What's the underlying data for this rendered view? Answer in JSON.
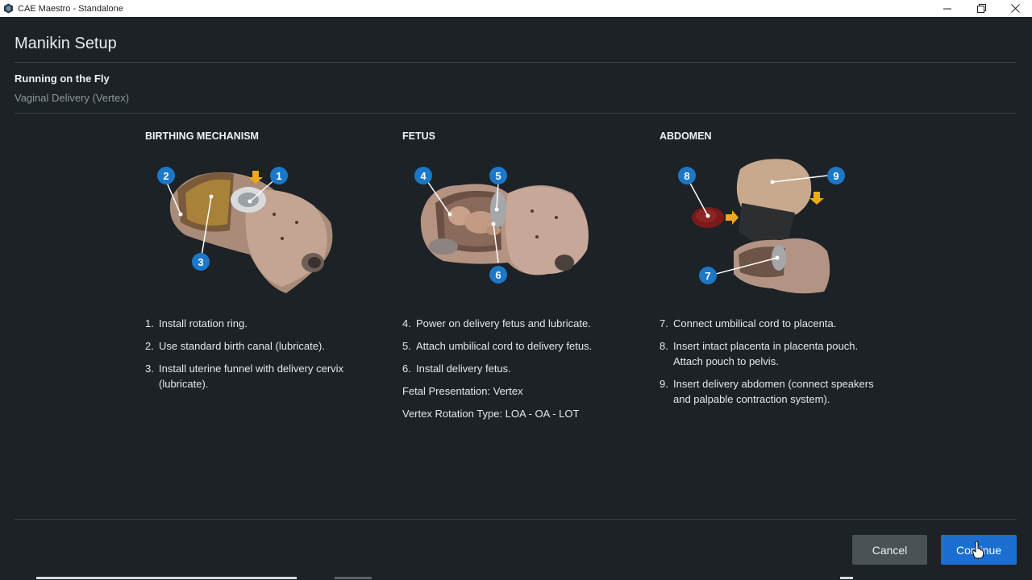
{
  "window": {
    "title": "CAE Maestro - Standalone",
    "controls": [
      "minimize-icon",
      "restore-icon",
      "close-icon"
    ]
  },
  "page": {
    "title": "Manikin Setup",
    "mode": "Running on the Fly",
    "scenario": "Vaginal Delivery (Vertex)"
  },
  "sections": [
    {
      "title": "BIRTHING MECHANISM",
      "callouts": [
        "1",
        "2",
        "3"
      ],
      "steps": [
        {
          "num": "1.",
          "text": "Install rotation ring."
        },
        {
          "num": "2.",
          "text": "Use standard birth canal (lubricate)."
        },
        {
          "num": "3.",
          "text": "Install uterine funnel with delivery cervix (lubricate)."
        }
      ]
    },
    {
      "title": "FETUS",
      "callouts": [
        "4",
        "5",
        "6"
      ],
      "steps": [
        {
          "num": "4.",
          "text": "Power on delivery fetus and lubricate."
        },
        {
          "num": "5.",
          "text": "Attach umbilical cord to delivery fetus."
        },
        {
          "num": "6.",
          "text": "Install delivery fetus."
        }
      ],
      "notes": [
        "Fetal Presentation: Vertex",
        "Vertex Rotation Type: LOA - OA - LOT"
      ]
    },
    {
      "title": "ABDOMEN",
      "callouts": [
        "7",
        "8",
        "9"
      ],
      "steps": [
        {
          "num": "7.",
          "text": "Connect umbilical cord to placenta."
        },
        {
          "num": "8.",
          "text": "Insert intact placenta in placenta pouch. Attach pouch to pelvis."
        },
        {
          "num": "9.",
          "text": "Insert delivery abdomen (connect speakers and palpable contraction system)."
        }
      ]
    }
  ],
  "buttons": {
    "cancel": "Cancel",
    "continue": "Continue"
  },
  "colors": {
    "background": "#1c2226",
    "callout": "#1b78c8",
    "arrow": "#f0a81a",
    "primary_button": "#1a6fd0",
    "secondary_button": "#4a5256"
  }
}
